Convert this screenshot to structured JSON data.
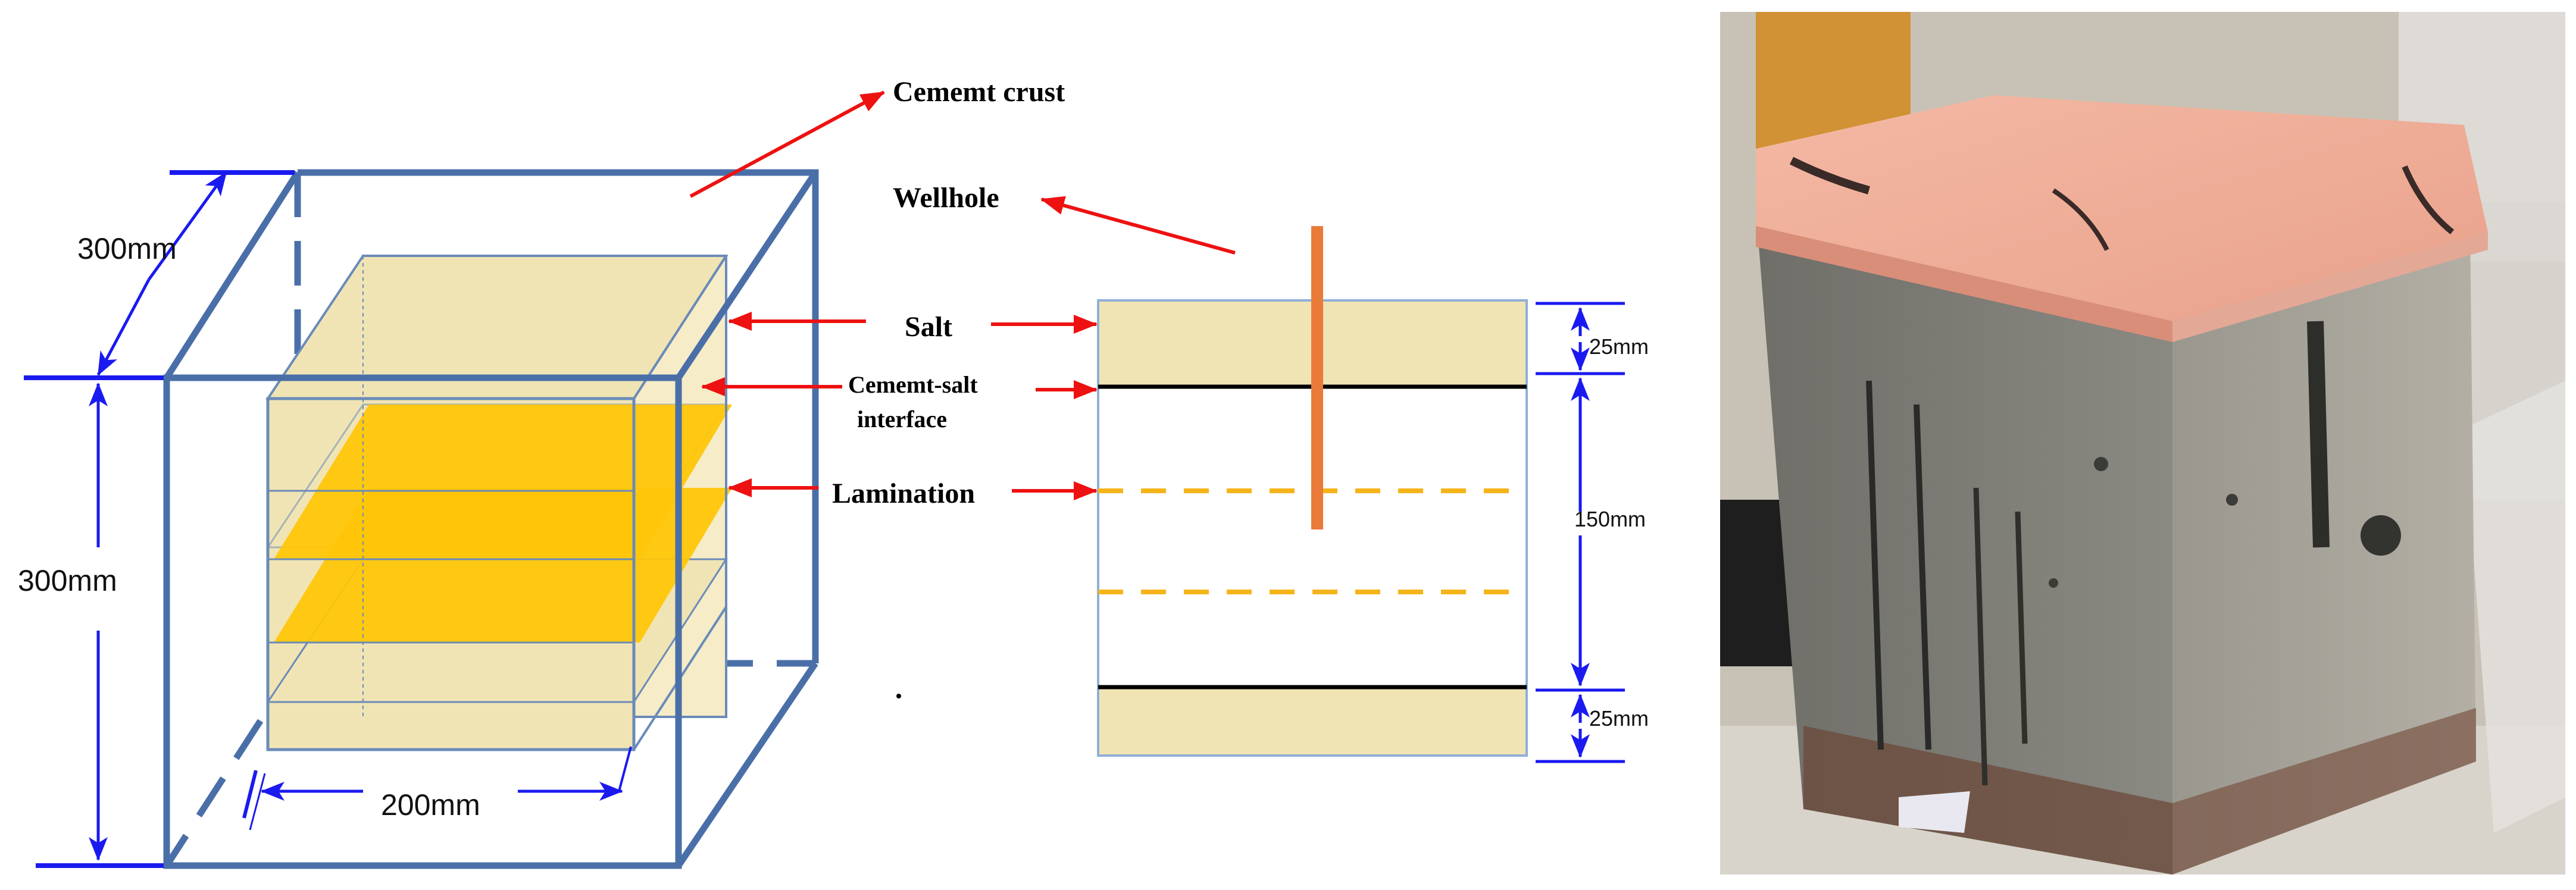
{
  "labels": {
    "cement_crust": "Cememt crust",
    "wellhole": "Wellhole",
    "salt": "Salt",
    "interface_line1": "Cememt-salt",
    "interface_line2": "interface",
    "lamination": "Lamination"
  },
  "dimensions": {
    "outer_depth": "300mm",
    "outer_height": "300mm",
    "inner_width": "200mm",
    "top_salt": "25mm",
    "middle": "150mm",
    "bottom_salt": "25mm"
  },
  "colors": {
    "outer_frame": "#4a6fa8",
    "inner_frame": "#6a8bb8",
    "salt_fill": "#f1e4b4",
    "lamination_fill": "#ffc60a",
    "lamination_dash": "#f4b41a",
    "wellhole": "#ea7a3a",
    "dimension": "#1a1af0",
    "leader_arrow": "#ee1111"
  }
}
